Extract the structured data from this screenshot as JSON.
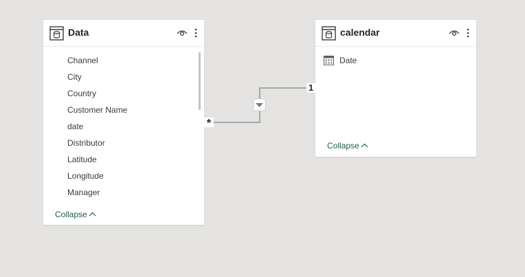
{
  "tables": {
    "data_table": {
      "title": "Data",
      "fields": [
        "Channel",
        "City",
        "Country",
        "Customer Name",
        "date",
        "Distributor",
        "Latitude",
        "Longitude",
        "Manager"
      ],
      "collapse_label": "Collapse"
    },
    "calendar_table": {
      "title": "calendar",
      "fields": [
        "Date"
      ],
      "collapse_label": "Collapse"
    }
  },
  "relationship": {
    "many_side": "*",
    "one_side": "1",
    "filter_direction": "single"
  },
  "colors": {
    "background": "#e4e3e1",
    "card": "#ffffff",
    "collapse_link": "#1e5c4a",
    "relationship_line": "#a6a6a6",
    "text": "#3b3a39"
  },
  "icons": {
    "table": "table-icon",
    "visibility": "eye-icon",
    "more": "more-options-icon",
    "date_field": "calendar-field-icon",
    "collapse": "chevron-up-icon",
    "cross_filter": "filter-direction-arrow-icon"
  }
}
